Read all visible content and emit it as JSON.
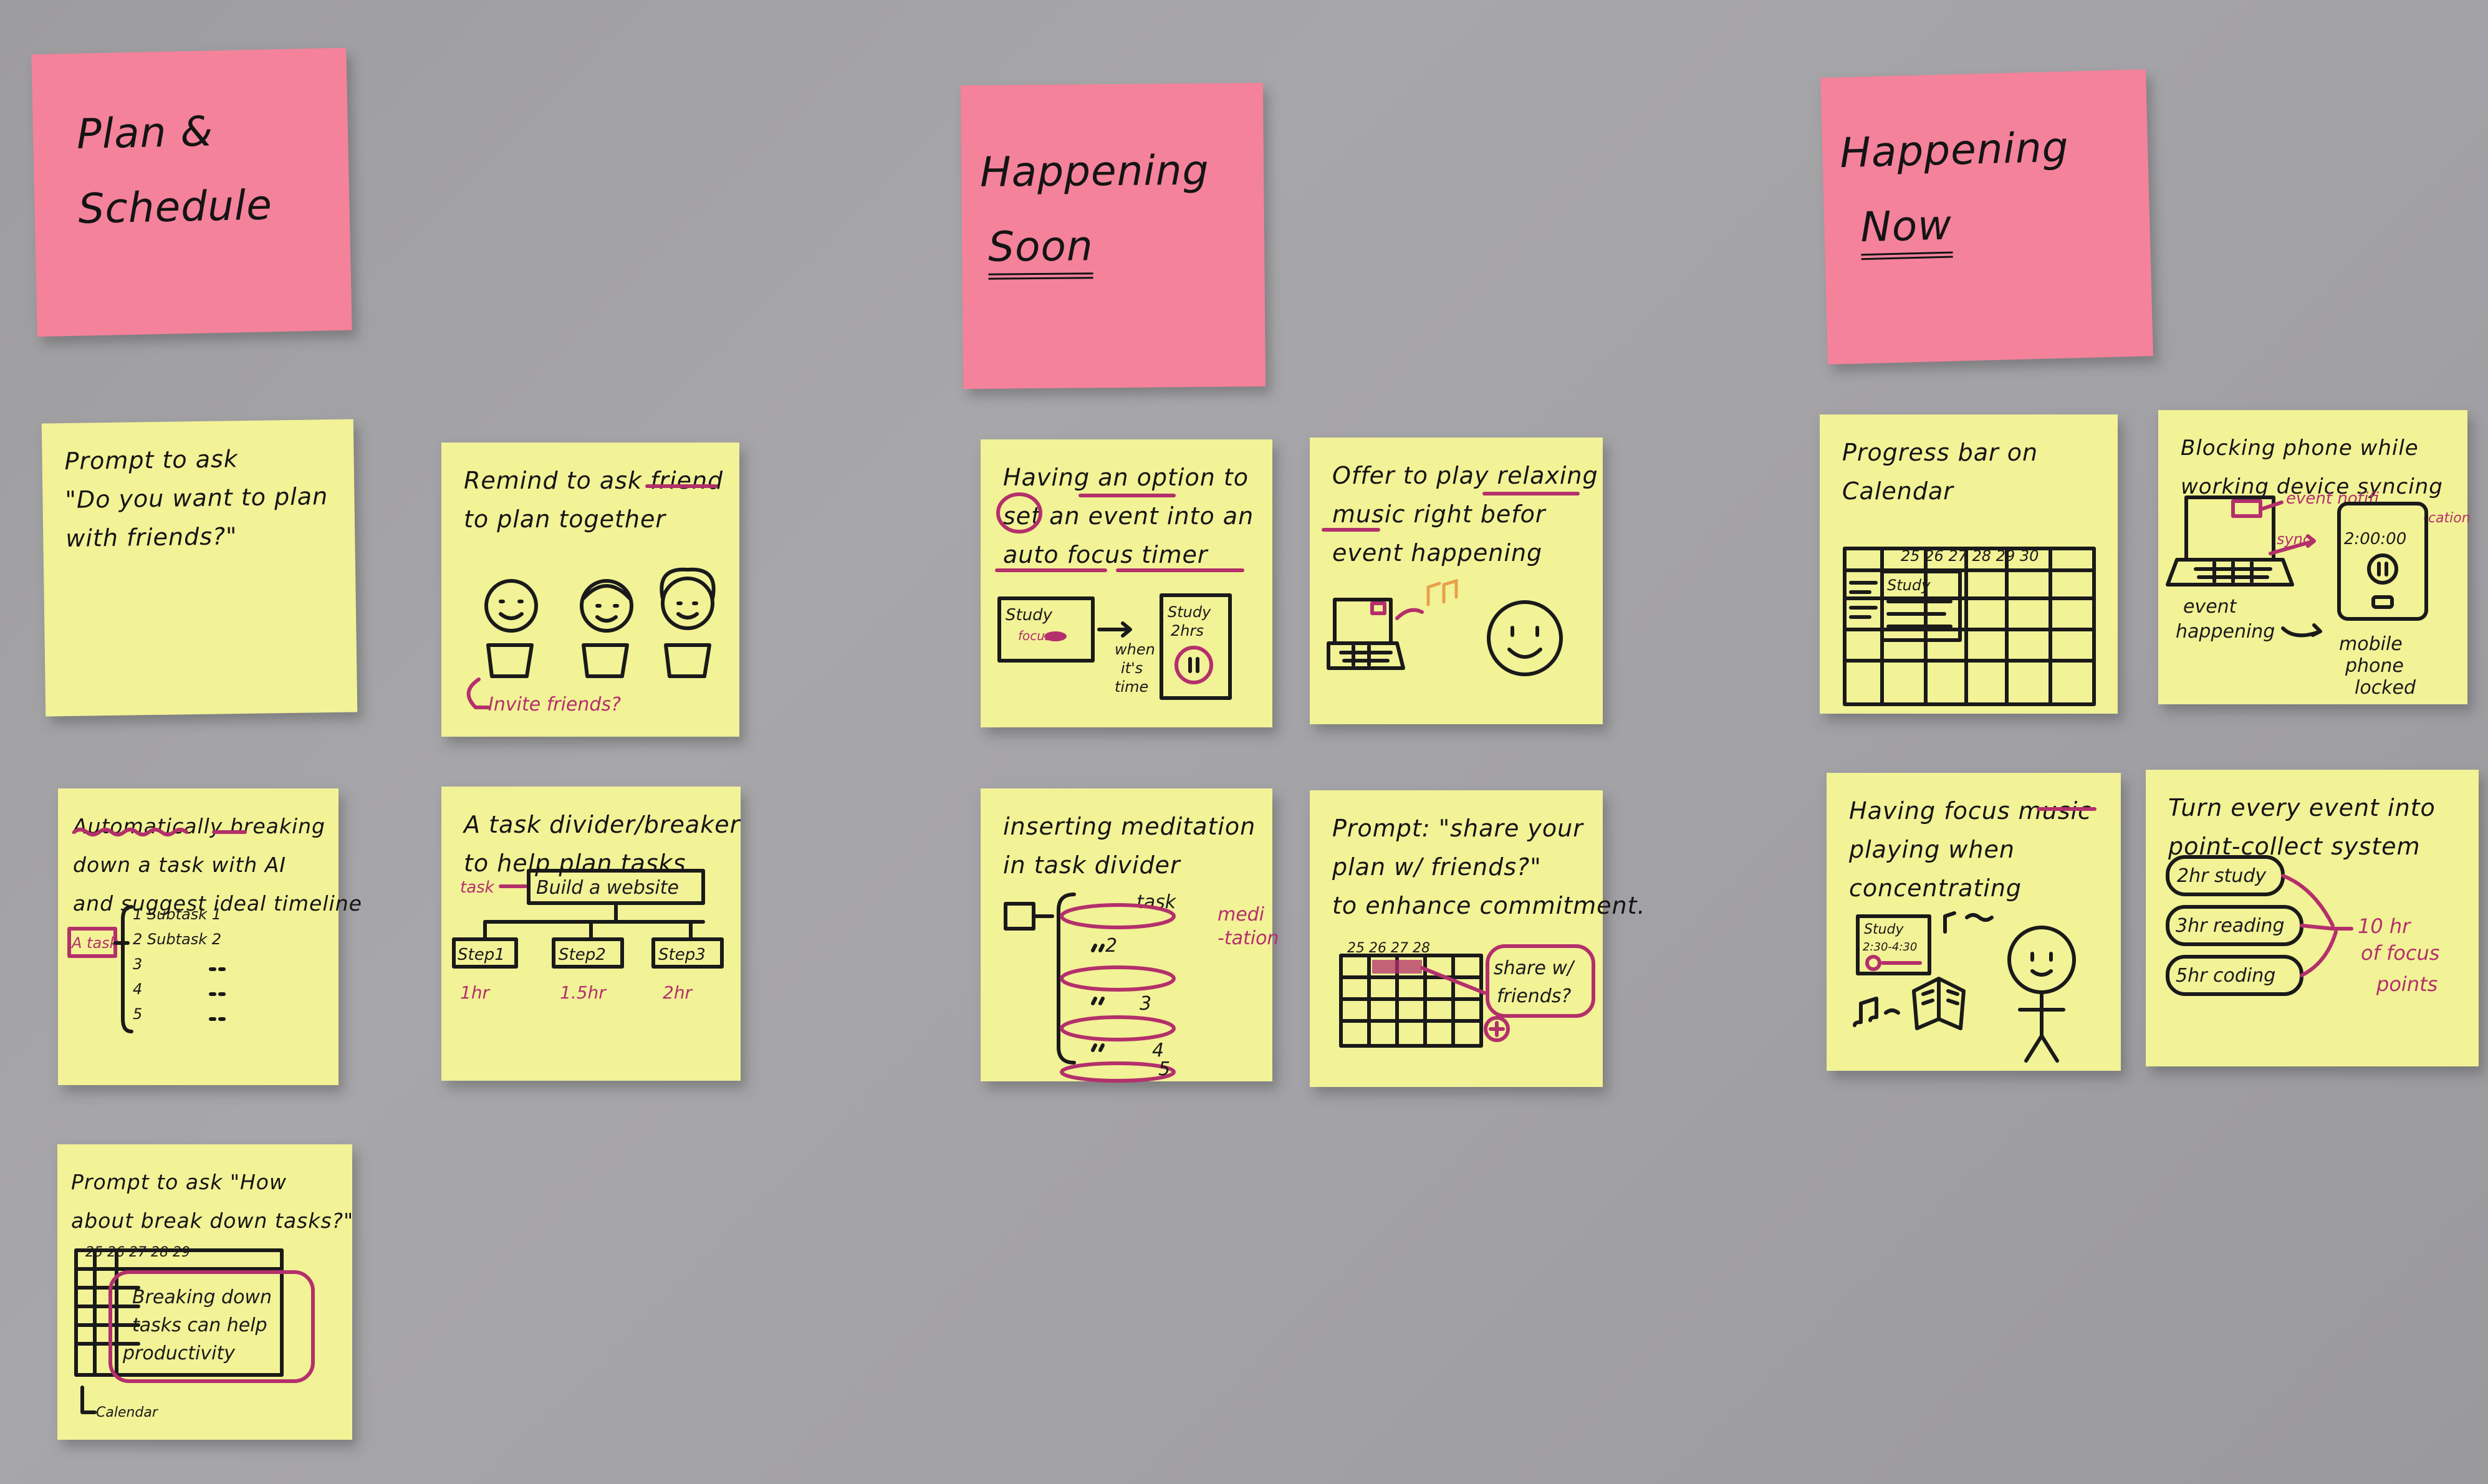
{
  "headers": [
    {
      "lines": [
        "Plan  &",
        "Schedule"
      ]
    },
    {
      "lines": [
        "Happening",
        "Soon"
      ]
    },
    {
      "lines": [
        "Happening",
        "Now"
      ]
    }
  ],
  "notes": {
    "n1": {
      "lines": [
        "Prompt to ask",
        "\"Do you want to plan",
        "with friends?\""
      ]
    },
    "n2": {
      "lines": [
        "Remind to ask friend",
        "to plan together"
      ],
      "sketch": [
        "Invite friends?"
      ]
    },
    "n3": {
      "lines": [
        "Automatically breaking",
        "down a task with AI",
        "and suggest ideal timeline"
      ],
      "sketch": [
        "A task",
        "1 Subtask 1",
        "2 Subtask 2",
        "3",
        "4",
        "5"
      ]
    },
    "n4": {
      "lines": [
        "A task divider/breaker",
        "to help plan tasks"
      ],
      "sketch": [
        "task",
        "Build a website",
        "Step1",
        "Step2",
        "Step3",
        "1hr",
        "1.5hr",
        "2hr"
      ]
    },
    "n5": {
      "lines": [
        "Prompt to ask \"How",
        "about break down tasks?\""
      ],
      "sketch": [
        "25 26 27 28 29",
        "Breaking down",
        "tasks can help",
        "productivity",
        "Calendar"
      ]
    },
    "n6": {
      "lines": [
        "Having an option to",
        "set an event into an",
        "auto focus timer"
      ],
      "sketch": [
        "Study",
        "focus",
        "Study",
        "2hrs",
        "when",
        "it's",
        "time"
      ]
    },
    "n7": {
      "lines": [
        "Offer to play relaxing",
        "music right befor",
        "event happening"
      ]
    },
    "n8": {
      "lines": [
        "inserting meditation",
        "in task divider"
      ],
      "sketch": [
        "task",
        "medi",
        "-tation",
        "2",
        "3",
        "4",
        "5"
      ]
    },
    "n9": {
      "lines": [
        "Prompt: \"share your",
        "plan w/ friends?\"",
        "to enhance commitment."
      ],
      "sketch": [
        "25 26 27 28",
        "share w/",
        "friends?"
      ]
    },
    "n10": {
      "lines": [
        "Progress bar on",
        "Calendar"
      ],
      "sketch": [
        "25 26 27 28 29 30",
        "Study"
      ]
    },
    "n11": {
      "lines": [
        "Blocking phone while",
        "working device syncing"
      ],
      "sketch": [
        "event notifi",
        "-cation",
        "sync",
        "2:00:00",
        "event",
        "happening",
        "mobile",
        "phone",
        "locked"
      ]
    },
    "n12": {
      "lines": [
        "Having focus music",
        "playing when",
        "concentrating"
      ],
      "sketch": [
        "Study",
        "2:30-4:30"
      ]
    },
    "n13": {
      "lines": [
        "Turn every event into",
        "point-collect system"
      ],
      "sketch": [
        "2hr study",
        "3hr reading",
        "5hr coding",
        "10 hr",
        "of focus",
        "points"
      ]
    }
  },
  "colors": {
    "pink_note": "#f4829b",
    "yellow_note": "#f2f297",
    "marker_black": "#1a1a1a",
    "marker_magenta": "#b3306b",
    "wall": "#a3a2a6"
  }
}
